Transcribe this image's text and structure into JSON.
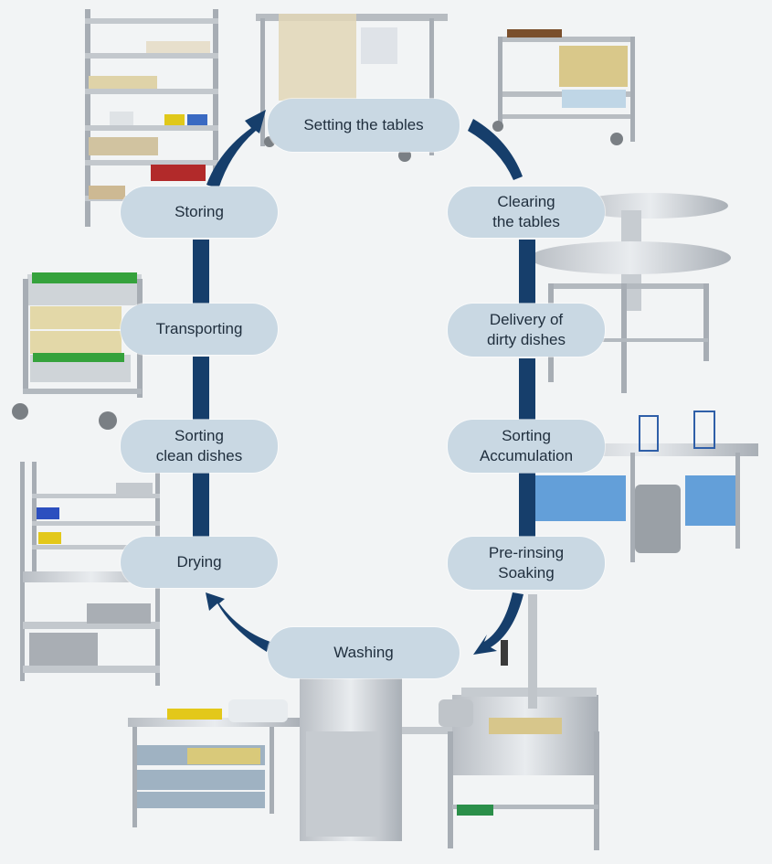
{
  "steps": {
    "setting": "Setting the tables",
    "clearing": "Clearing\nthe tables",
    "delivery": "Delivery of\ndirty dishes",
    "sorting_accumulation": "Sorting\nAccumulation",
    "prerinse": "Pre-rinsing\nSoaking",
    "washing": "Washing",
    "drying": "Drying",
    "sorting_clean": "Sorting\nclean dishes",
    "transporting": "Transporting",
    "storing": "Storing"
  },
  "colors": {
    "arrow": "#163e6b",
    "pill": "#c9d8e3",
    "background": "#f2f4f5"
  },
  "icons": [
    "shelving-unit-icon",
    "serving-trolley-icon",
    "dish-cart-icon",
    "round-clearing-table-icon",
    "sorting-table-icon",
    "rack-trolley-icon",
    "drying-shelf-icon",
    "dishwasher-line-icon"
  ]
}
